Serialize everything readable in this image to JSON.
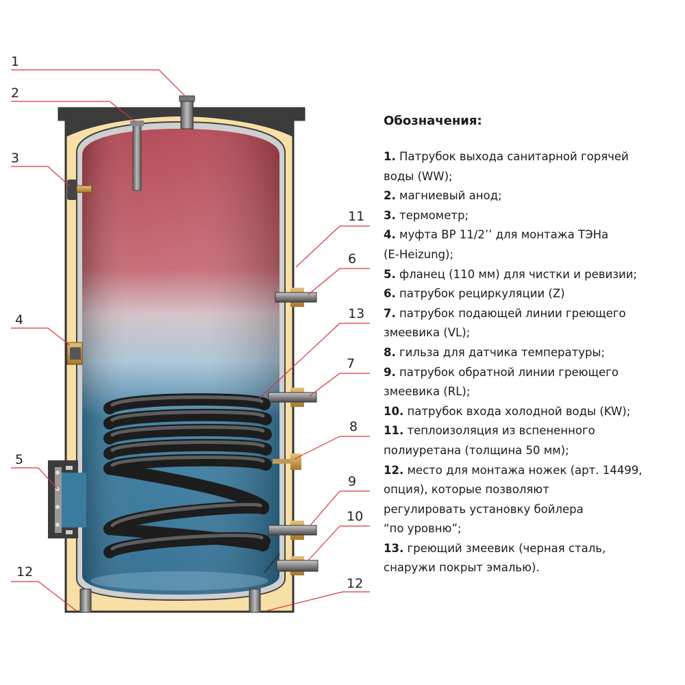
{
  "legend": {
    "title": "Обозначения:",
    "items": [
      {
        "num": "1.",
        "text": "Патрубок выхода санитарной горячей\nводы (WW);"
      },
      {
        "num": "2.",
        "text": "магниевый анод;"
      },
      {
        "num": "3.",
        "text": "термометр;"
      },
      {
        "num": "4.",
        "text": "муфта ВР 11/2’’ для монтажа ТЭНа\n(E-Heizung);"
      },
      {
        "num": "5.",
        "text": "фланец (110 мм) для чистки и ревизии;"
      },
      {
        "num": "6.",
        "text": "патрубок рециркуляции (Z)"
      },
      {
        "num": "7.",
        "text": "патрубок подающей линии греющего\nзмеевика (VL);"
      },
      {
        "num": "8.",
        "text": "гильза для датчика температуры;"
      },
      {
        "num": "9.",
        "text": "патрубок обратной линии греющего\nзмеевика (RL);"
      },
      {
        "num": "10.",
        "text": "патрубок входа холодной воды (KW);"
      },
      {
        "num": "11.",
        "text": "теплоизоляция из вспененного\nполиуретана (толщина 50 мм);"
      },
      {
        "num": "12.",
        "text": "место для монтажа ножек (арт. 14499,\nопция), которые позволяют\nрегулировать установку бойлера\n“по уровню”;"
      },
      {
        "num": "13.",
        "text": "греющий змеевик (черная сталь,\nснаружи покрыт эмалью)."
      }
    ]
  },
  "callouts": {
    "c1": "1",
    "c2": "2",
    "c3": "3",
    "c4": "4",
    "c5": "5",
    "c6": "6",
    "c7": "7",
    "c8": "8",
    "c9": "9",
    "c10": "10",
    "c11": "11",
    "c12a": "12",
    "c12b": "12",
    "c13": "13"
  },
  "colors": {
    "insulation": "#f8dfa6",
    "outer_shell": "#3a3a3a",
    "hot_water": "#b94a57",
    "cold_water": "#2f6f92",
    "coil": "#2d2d2d",
    "leader_line": "#d9333a"
  }
}
